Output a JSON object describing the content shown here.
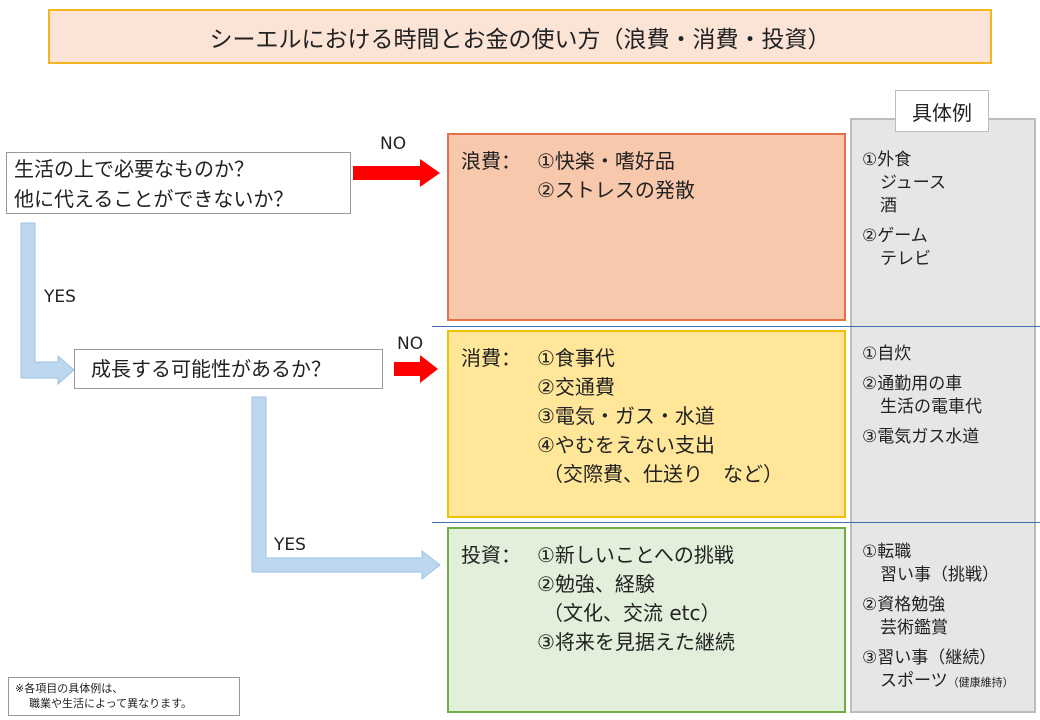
{
  "title": "シーエルにおける時間とお金の使い方（浪費・消費・投資）",
  "examples_header": "具体例",
  "question1": [
    "生活の上で必要なものか？",
    "他に代えることができないか？"
  ],
  "question2": "成長する可能性があるか？",
  "labels": {
    "no1": "NO",
    "no2": "NO",
    "yes1": "YES",
    "yes2": "YES"
  },
  "categories": {
    "waste": {
      "label": "浪費：",
      "lines": [
        "①快楽・嗜好品",
        "②ストレスの発散"
      ]
    },
    "consume": {
      "label": "消費：",
      "lines": [
        "①食事代",
        "②交通費",
        "③電気・ガス・水道",
        "④やむをえない支出",
        "（交際費、仕送り　など）"
      ]
    },
    "invest": {
      "label": "投資：",
      "lines": [
        "①新しいことへの挑戦",
        "②勉強、経験",
        "（文化、交流 etc）",
        "③将来を見据えた継続"
      ]
    }
  },
  "examples": {
    "waste": [
      "①外食",
      "ジュース",
      "酒",
      "②ゲーム",
      "テレビ"
    ],
    "consume": [
      "①自炊",
      "②通勤用の車",
      "生活の電車代",
      "③電気ガス水道"
    ],
    "invest": [
      "①転職",
      "習い事（挑戦）",
      "②資格勉強",
      "芸術鑑賞",
      "③習い事（継続）",
      "スポーツ",
      "（健康維持）"
    ]
  },
  "note": [
    "※各項目の具体例は、",
    "職業や生活によって異なります。"
  ],
  "colors": {
    "no_arrow": "#ff0000",
    "yes_arrow": "#bdd7ee",
    "waste_fill": "#f8c8ad",
    "consume_fill": "#ffe699",
    "invest_fill": "#e2efda"
  }
}
